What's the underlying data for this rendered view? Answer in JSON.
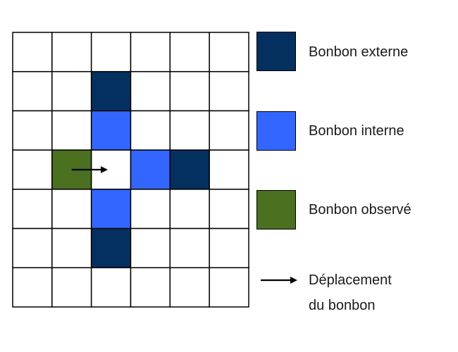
{
  "grid": {
    "rows": 7,
    "cols": 6,
    "cells": [
      [
        "empty",
        "empty",
        "empty",
        "empty",
        "empty",
        "empty"
      ],
      [
        "empty",
        "empty",
        "external",
        "empty",
        "empty",
        "empty"
      ],
      [
        "empty",
        "empty",
        "internal",
        "empty",
        "empty",
        "empty"
      ],
      [
        "empty",
        "observed",
        "empty",
        "internal",
        "external",
        "empty"
      ],
      [
        "empty",
        "empty",
        "internal",
        "empty",
        "empty",
        "empty"
      ],
      [
        "empty",
        "empty",
        "external",
        "empty",
        "empty",
        "empty"
      ],
      [
        "empty",
        "empty",
        "empty",
        "empty",
        "empty",
        "empty"
      ]
    ],
    "movement": {
      "from": [
        3,
        1
      ],
      "to": [
        3,
        2
      ]
    }
  },
  "colors": {
    "external": "#03305f",
    "internal": "#3366ff",
    "observed": "#4a7020",
    "empty": "#ffffff",
    "line": "#000000"
  },
  "legend": {
    "external_label": "Bonbon externe",
    "internal_label": "Bonbon interne",
    "observed_label": "Bonbon observé",
    "movement_label_line1": "Déplacement",
    "movement_label_line2": "du bonbon"
  }
}
